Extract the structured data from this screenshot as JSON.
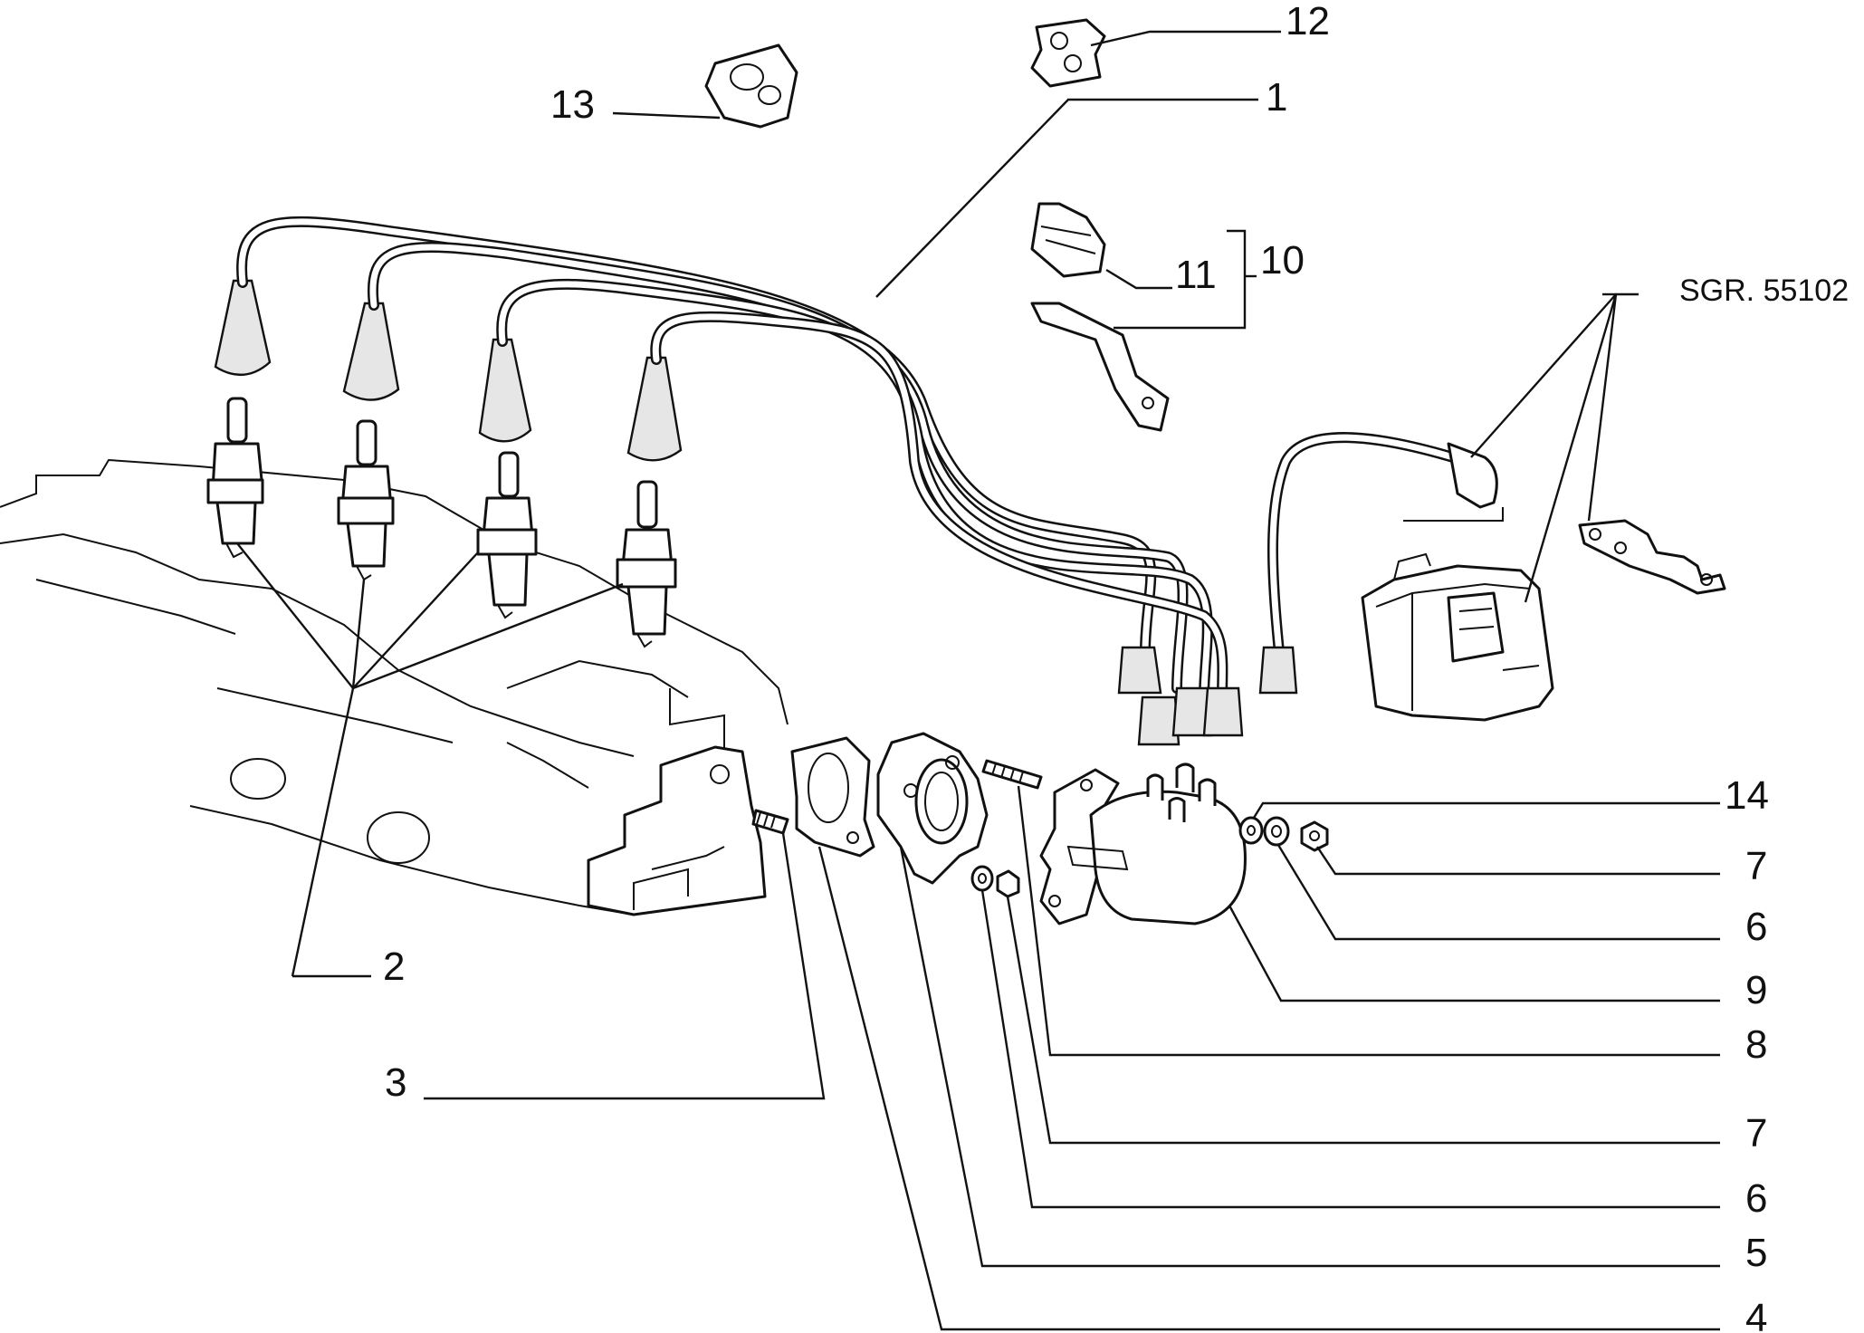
{
  "chart_data": {
    "type": "diagram",
    "callouts": [
      {
        "id": "c1",
        "label": "1"
      },
      {
        "id": "c2",
        "label": "2"
      },
      {
        "id": "c3",
        "label": "3"
      },
      {
        "id": "c4",
        "label": "4"
      },
      {
        "id": "c5",
        "label": "5"
      },
      {
        "id": "c6a",
        "label": "6"
      },
      {
        "id": "c6b",
        "label": "6"
      },
      {
        "id": "c7a",
        "label": "7"
      },
      {
        "id": "c7b",
        "label": "7"
      },
      {
        "id": "c8",
        "label": "8"
      },
      {
        "id": "c9",
        "label": "9"
      },
      {
        "id": "c10",
        "label": "10"
      },
      {
        "id": "c11",
        "label": "11"
      },
      {
        "id": "c12",
        "label": "12"
      },
      {
        "id": "c13",
        "label": "13"
      },
      {
        "id": "c14",
        "label": "14"
      }
    ],
    "reference": "SGR. 55102"
  }
}
